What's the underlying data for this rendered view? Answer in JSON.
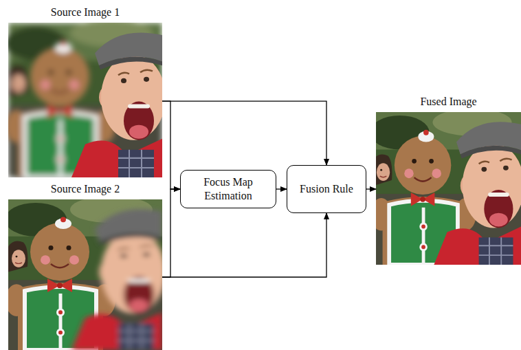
{
  "diagram": {
    "nodes": [
      {
        "text": [
          "Source Image 1"
        ]
      },
      {
        "text": [
          "Source Image 2"
        ]
      },
      {
        "text": [
          "Focus Map Estimation"
        ]
      },
      {
        "text": [
          "Fusion Rule"
        ]
      },
      {
        "text": [
          "Fused Image"
        ]
      }
    ],
    "edges": [
      {
        "from": 0,
        "to": 2,
        "arrow": "to"
      },
      {
        "from": 1,
        "to": 2,
        "arrow": "to"
      },
      {
        "from": 0,
        "to": 3,
        "arrow": "to"
      },
      {
        "from": 1,
        "to": 3,
        "arrow": "to"
      },
      {
        "from": 2,
        "to": 3,
        "arrow": "to"
      },
      {
        "from": 3,
        "to": 4,
        "arrow": "to"
      }
    ]
  }
}
